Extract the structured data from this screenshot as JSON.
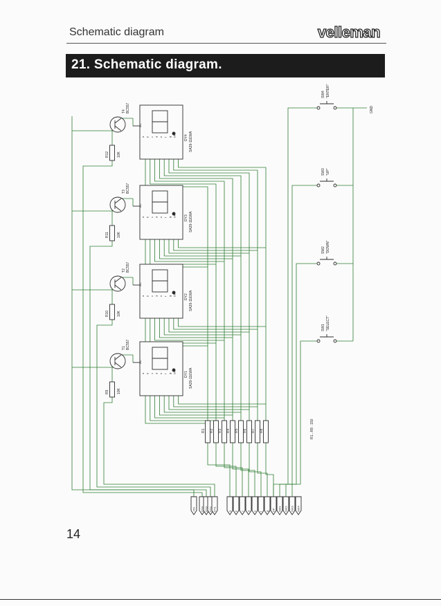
{
  "header": {
    "section_label": "Schematic diagram",
    "brand": "velleman"
  },
  "title_bar": {
    "title": "21. Schematic diagram."
  },
  "schematic": {
    "displays": [
      {
        "ref": "DY4",
        "part": "SA39-11EWA"
      },
      {
        "ref": "DY3",
        "part": "SA39-11EWA"
      },
      {
        "ref": "DY2",
        "part": "SA39-11EWA"
      },
      {
        "ref": "DY1",
        "part": "SA39-11EWA"
      }
    ],
    "transistors": [
      {
        "ref": "T4",
        "part": "BC557"
      },
      {
        "ref": "T3",
        "part": "BC557"
      },
      {
        "ref": "T2",
        "part": "BC557"
      },
      {
        "ref": "T1",
        "part": "BC557"
      }
    ],
    "base_resistors": [
      {
        "ref": "R12",
        "value": "10K"
      },
      {
        "ref": "R11",
        "value": "10K"
      },
      {
        "ref": "R10",
        "value": "10K"
      },
      {
        "ref": "R9",
        "value": "10K"
      }
    ],
    "segment_resistors": [
      "R1",
      "R2",
      "R3",
      "R4",
      "R5",
      "R6",
      "R7",
      "R8"
    ],
    "resistor_note": "R1...R8 : 150",
    "switches": [
      {
        "ref": "SW4",
        "label": "\"ENTER\""
      },
      {
        "ref": "SW3",
        "label": "\"UP\""
      },
      {
        "ref": "SW2",
        "label": "\"DOWN\""
      },
      {
        "ref": "SW1",
        "label": "\"SELECT\""
      }
    ],
    "gnd_label": "GND",
    "pin_labels": [
      "+5V",
      "DY4",
      "DY3",
      "DY2",
      "DY1",
      "a",
      "b",
      "c",
      "d",
      "e",
      "f",
      "g",
      "DP",
      "SW1",
      "SW2",
      "SW3",
      "SW4"
    ],
    "colors": {
      "wire": "#2e7d32",
      "ink": "#2b2b2b"
    }
  },
  "page": {
    "number": "14"
  }
}
